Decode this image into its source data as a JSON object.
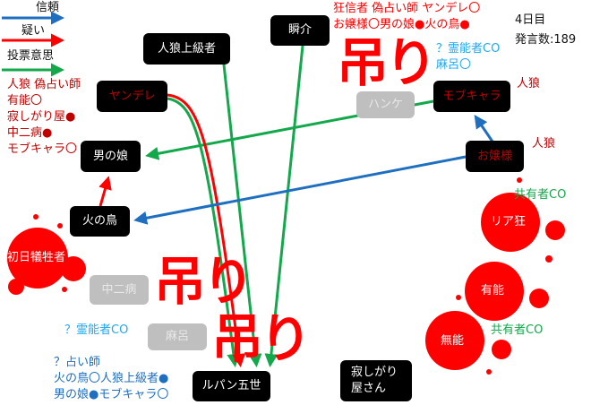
{
  "legend": {
    "trust": "信頼",
    "doubt": "疑い",
    "vote": "投票意思"
  },
  "colors": {
    "trust": "#1f6fc0",
    "doubt": "#ff0000",
    "vote": "#12a84b"
  },
  "day": "4日目",
  "speech_count": "発言数:189",
  "nodes": {
    "jinrou_joukyu": "人狼上級者",
    "shunsuke": "瞬介",
    "yandere": "ヤンデレ",
    "otokonoko": "男の娘",
    "hinotori": "火の鳥",
    "shonichi": "初日犠牲者",
    "chuunibyou": "中二病",
    "maro": "麻呂",
    "lupin": "ルパン五世",
    "hanke": "ハンケ",
    "mobchara": "モブキャラ",
    "ojousama": "お嬢様",
    "riakyou": "リア狂",
    "yuunou": "有能",
    "munou": "無能",
    "sabishigari": "寂しがり屋さん"
  },
  "hang_label": "吊り",
  "notes": {
    "yandere_claim": [
      "人狼 偽占い師",
      "有能〇",
      "寂しがり屋●",
      "中二病●",
      "モブキャラ〇"
    ],
    "kyoushin": [
      "狂信者 偽占い師 ヤンデレ〇",
      "お嬢様〇男の娘●火の鳥●"
    ],
    "medium_top": [
      "？霊能者CO",
      "麻呂〇"
    ],
    "mob_role": "人狼",
    "ojou_role": "人狼",
    "share1": "共有者CO",
    "share2": "共有者CO",
    "medium_left": "？霊能者CO",
    "seer_left": [
      "？占い師",
      "火の鳥〇人狼上級者●",
      "男の娘●モブキャラ〇"
    ]
  }
}
